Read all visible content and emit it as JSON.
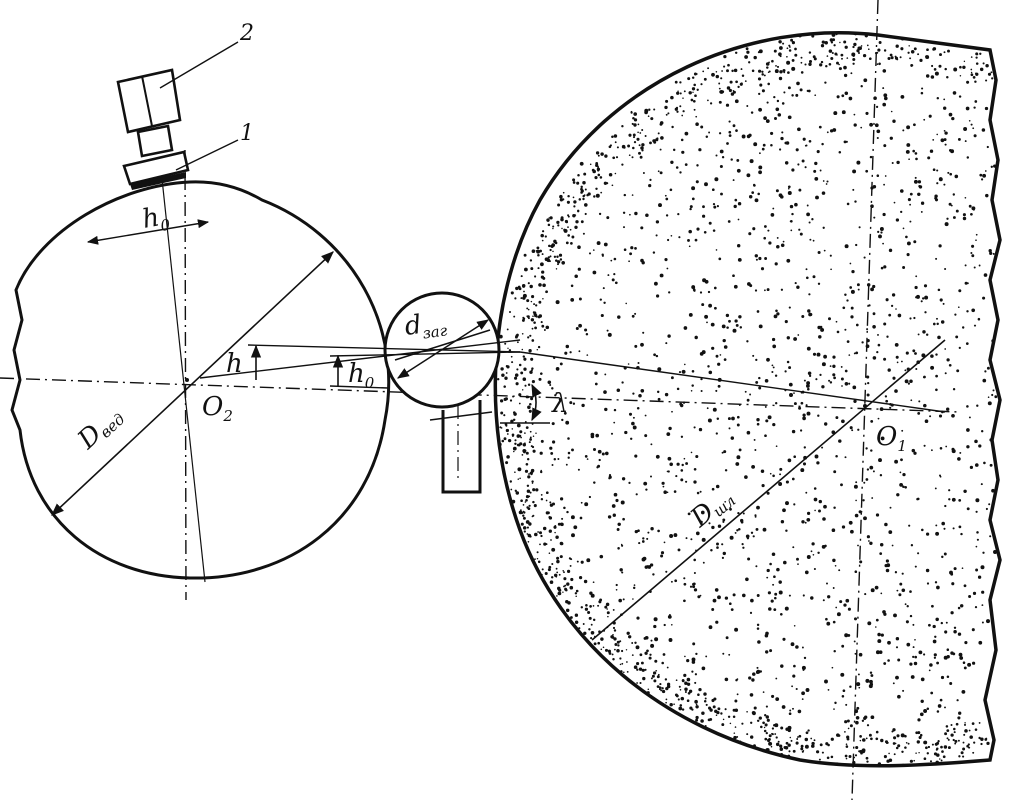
{
  "labels": {
    "part_2": "2",
    "part_1": "1",
    "h0_top": "h",
    "h0_top_sub": "0",
    "h": "h",
    "h0_mid": "h",
    "h0_mid_sub": "0",
    "d_zag": "d",
    "d_zag_sub": "заг",
    "lambda": "λ",
    "o2": "O",
    "o2_sub": "2",
    "o1": "O",
    "o1_sub": "1",
    "d_ved": "D",
    "d_ved_sub": "вед",
    "d_shl": "D",
    "d_shl_sub": "шл"
  },
  "colors": {
    "ink": "#111111",
    "background": "#ffffff"
  }
}
